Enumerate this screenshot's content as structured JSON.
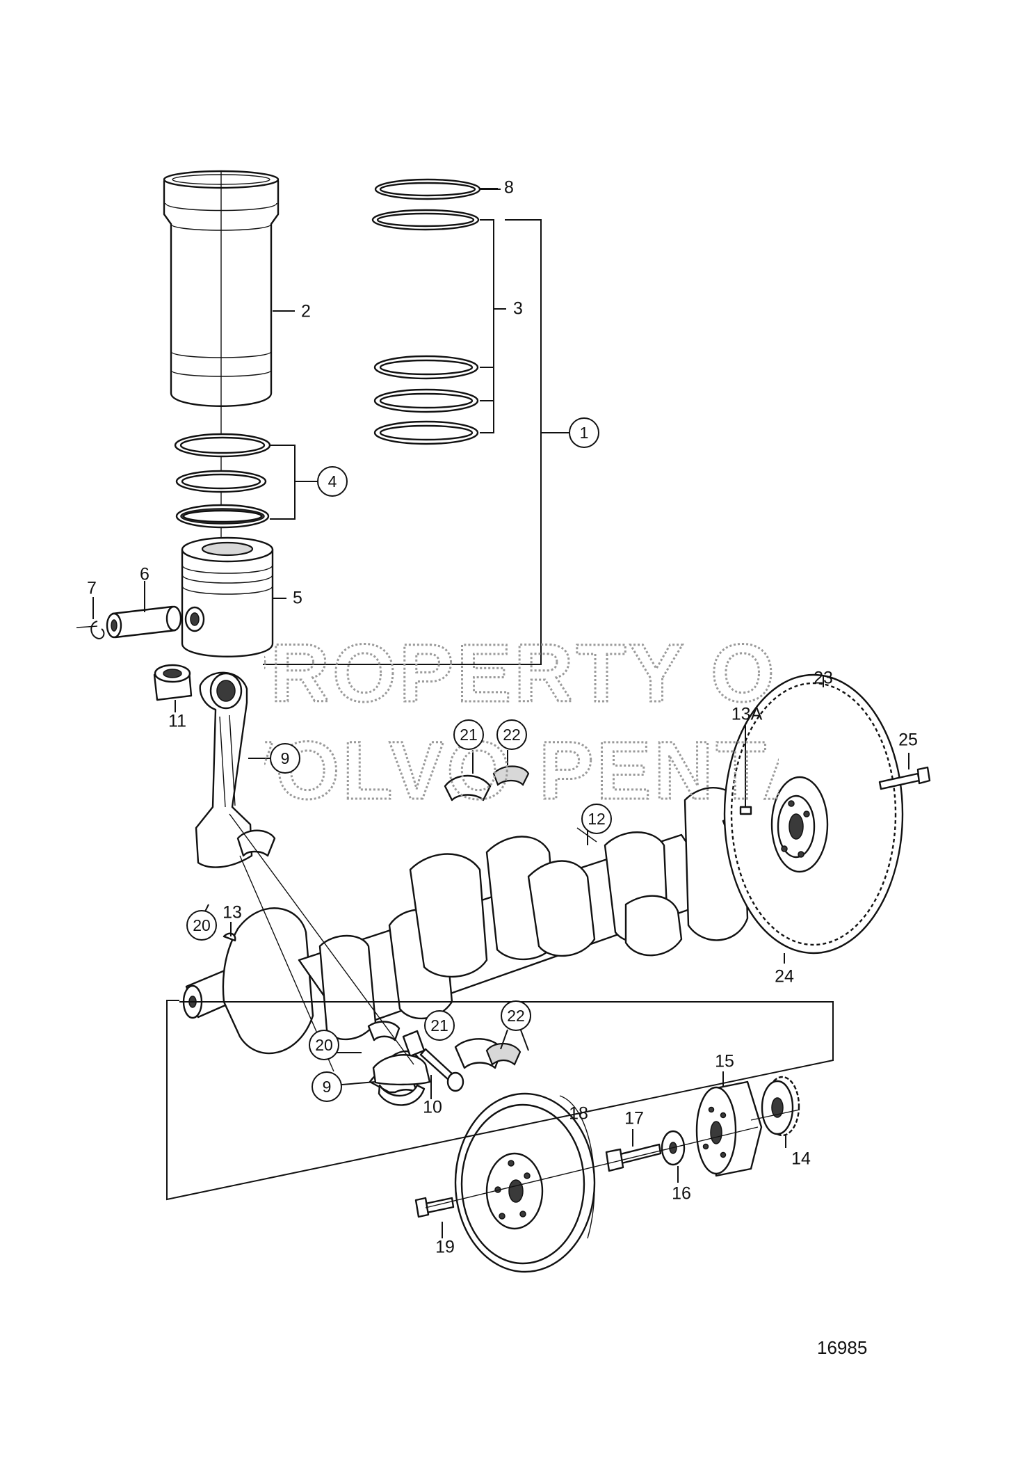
{
  "watermark": {
    "line1": "PROPERTY OF",
    "line2": "VOLVO PENTA"
  },
  "document_number": "16985",
  "callouts": [
    {
      "id": "c1",
      "text": "1",
      "circled": true
    },
    {
      "id": "c2",
      "text": "2",
      "circled": false
    },
    {
      "id": "c3",
      "text": "3",
      "circled": false
    },
    {
      "id": "c4",
      "text": "4",
      "circled": true
    },
    {
      "id": "c5",
      "text": "5",
      "circled": false
    },
    {
      "id": "c6",
      "text": "6",
      "circled": false
    },
    {
      "id": "c7",
      "text": "7",
      "circled": false
    },
    {
      "id": "c8",
      "text": "8",
      "circled": false
    },
    {
      "id": "c9a",
      "text": "9",
      "circled": true
    },
    {
      "id": "c9b",
      "text": "9",
      "circled": true
    },
    {
      "id": "c10",
      "text": "10",
      "circled": false
    },
    {
      "id": "c11",
      "text": "11",
      "circled": false
    },
    {
      "id": "c12",
      "text": "12",
      "circled": true
    },
    {
      "id": "c13",
      "text": "13",
      "circled": false
    },
    {
      "id": "c13a",
      "text": "13A",
      "circled": false
    },
    {
      "id": "c14",
      "text": "14",
      "circled": false
    },
    {
      "id": "c15",
      "text": "15",
      "circled": false
    },
    {
      "id": "c16",
      "text": "16",
      "circled": false
    },
    {
      "id": "c17",
      "text": "17",
      "circled": false
    },
    {
      "id": "c18",
      "text": "18",
      "circled": false
    },
    {
      "id": "c19",
      "text": "19",
      "circled": false
    },
    {
      "id": "c20a",
      "text": "20",
      "circled": true
    },
    {
      "id": "c20b",
      "text": "20",
      "circled": true
    },
    {
      "id": "c21a",
      "text": "21",
      "circled": true
    },
    {
      "id": "c21b",
      "text": "21",
      "circled": true
    },
    {
      "id": "c22a",
      "text": "22",
      "circled": true
    },
    {
      "id": "c22b",
      "text": "22",
      "circled": true
    },
    {
      "id": "c23",
      "text": "23",
      "circled": false
    },
    {
      "id": "c24",
      "text": "24",
      "circled": false
    },
    {
      "id": "c25",
      "text": "25",
      "circled": false
    }
  ]
}
